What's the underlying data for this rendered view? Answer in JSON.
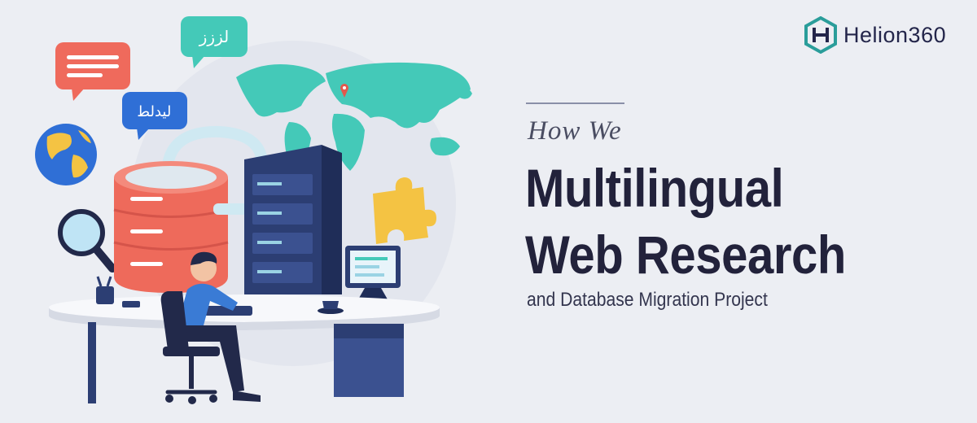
{
  "brand": {
    "name_primary": "Helion",
    "name_secondary": "360"
  },
  "hero": {
    "kicker": "How We",
    "title_line_1": "Multilingual",
    "title_line_2": "Web Research",
    "subtitle": "and Database Migration Project"
  },
  "bubbles": {
    "top": "ﻟﺰﺯﺯ",
    "middle": "ﻟﻴﺪﻟﻄ"
  },
  "colors": {
    "background": "#eceef3",
    "title": "#22223b",
    "database": "#ee6a5b",
    "server": "#2c3e73",
    "map": "#44c9b8",
    "logo_teal": "#2a9d9a"
  },
  "icons": {
    "logo": "helion-logo-icon",
    "globe": "globe-icon",
    "magnifier": "magnifier-icon",
    "puzzle": "puzzle-piece-icon",
    "pin": "map-pin-icon"
  }
}
